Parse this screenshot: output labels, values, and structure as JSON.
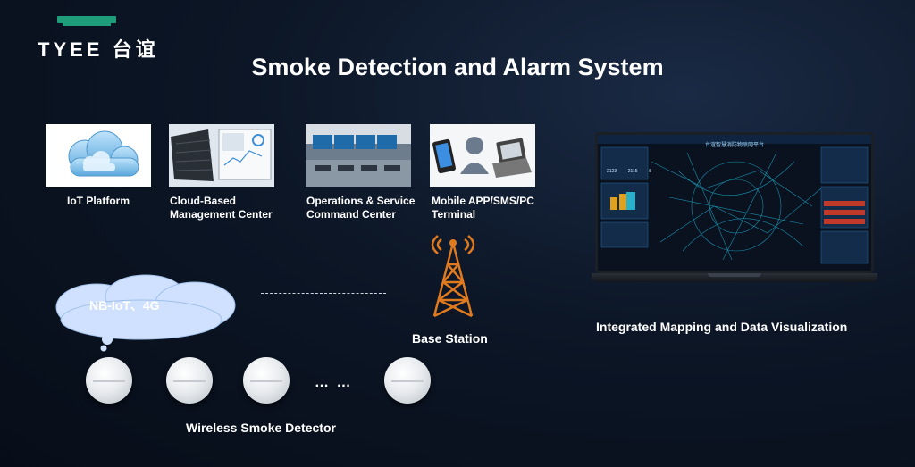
{
  "logo": {
    "text": "TYEE 台谊",
    "color": "#1f9c7a"
  },
  "title": "Smoke Detection and Alarm System",
  "cards": [
    {
      "label": "IoT Platform",
      "icon": "cloud-icon"
    },
    {
      "label": "Cloud-Based\nManagement Center",
      "icon": "server-icon"
    },
    {
      "label": "Operations & Service\nCommand Center",
      "icon": "control-room-icon"
    },
    {
      "label": "Mobile APP/SMS/PC\nTerminal",
      "icon": "devices-icon"
    }
  ],
  "network": {
    "label": "NB-IoT、4G"
  },
  "base_station": {
    "label": "Base Station"
  },
  "detectors": {
    "label": "Wireless Smoke Detector",
    "ellipsis": "… …"
  },
  "laptop": {
    "label": "Integrated Mapping and Data Visualization",
    "screen_title": "台谊智慧消防物联网平台",
    "stats": [
      "2123",
      "2115",
      "8"
    ]
  }
}
